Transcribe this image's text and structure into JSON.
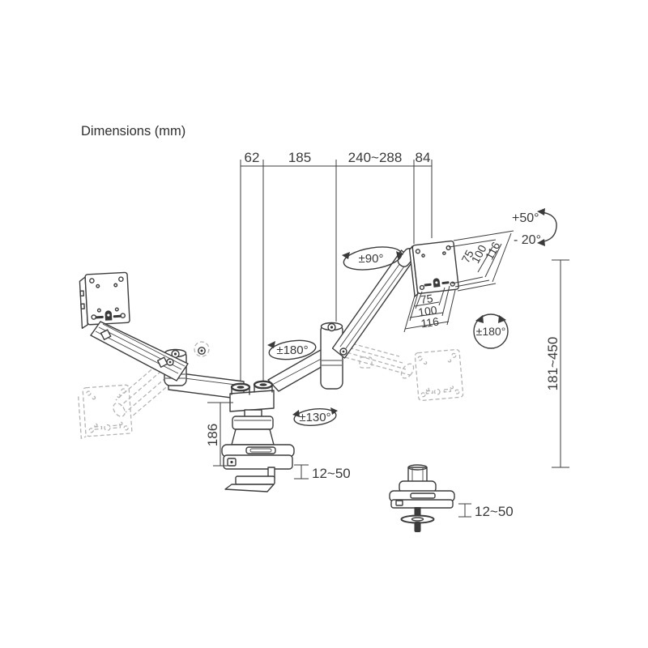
{
  "title": "Dimensions (mm)",
  "top_dimensions": {
    "values": [
      "62",
      "185",
      "240~288",
      "84"
    ]
  },
  "vesa_dimensions": {
    "side": [
      "75",
      "100",
      "116"
    ],
    "bottom": [
      "75",
      "100",
      "116"
    ]
  },
  "angle_labels": {
    "tilt_up": "+50°",
    "tilt_down": "- 20°",
    "arm_swivel": "±90°",
    "pole_rotation": "±180°",
    "base_swivel": "±130°",
    "screen_rotation": "±180°"
  },
  "linear_dimensions": {
    "pole_height": "186",
    "height_range": "181~450",
    "clamp_thickness": "12~50",
    "grommet_thickness": "12~50"
  },
  "colors": {
    "line": "#3c3c3c",
    "ghost": "#b4b4b4",
    "background": "#ffffff",
    "text": "#3a3a3a"
  }
}
